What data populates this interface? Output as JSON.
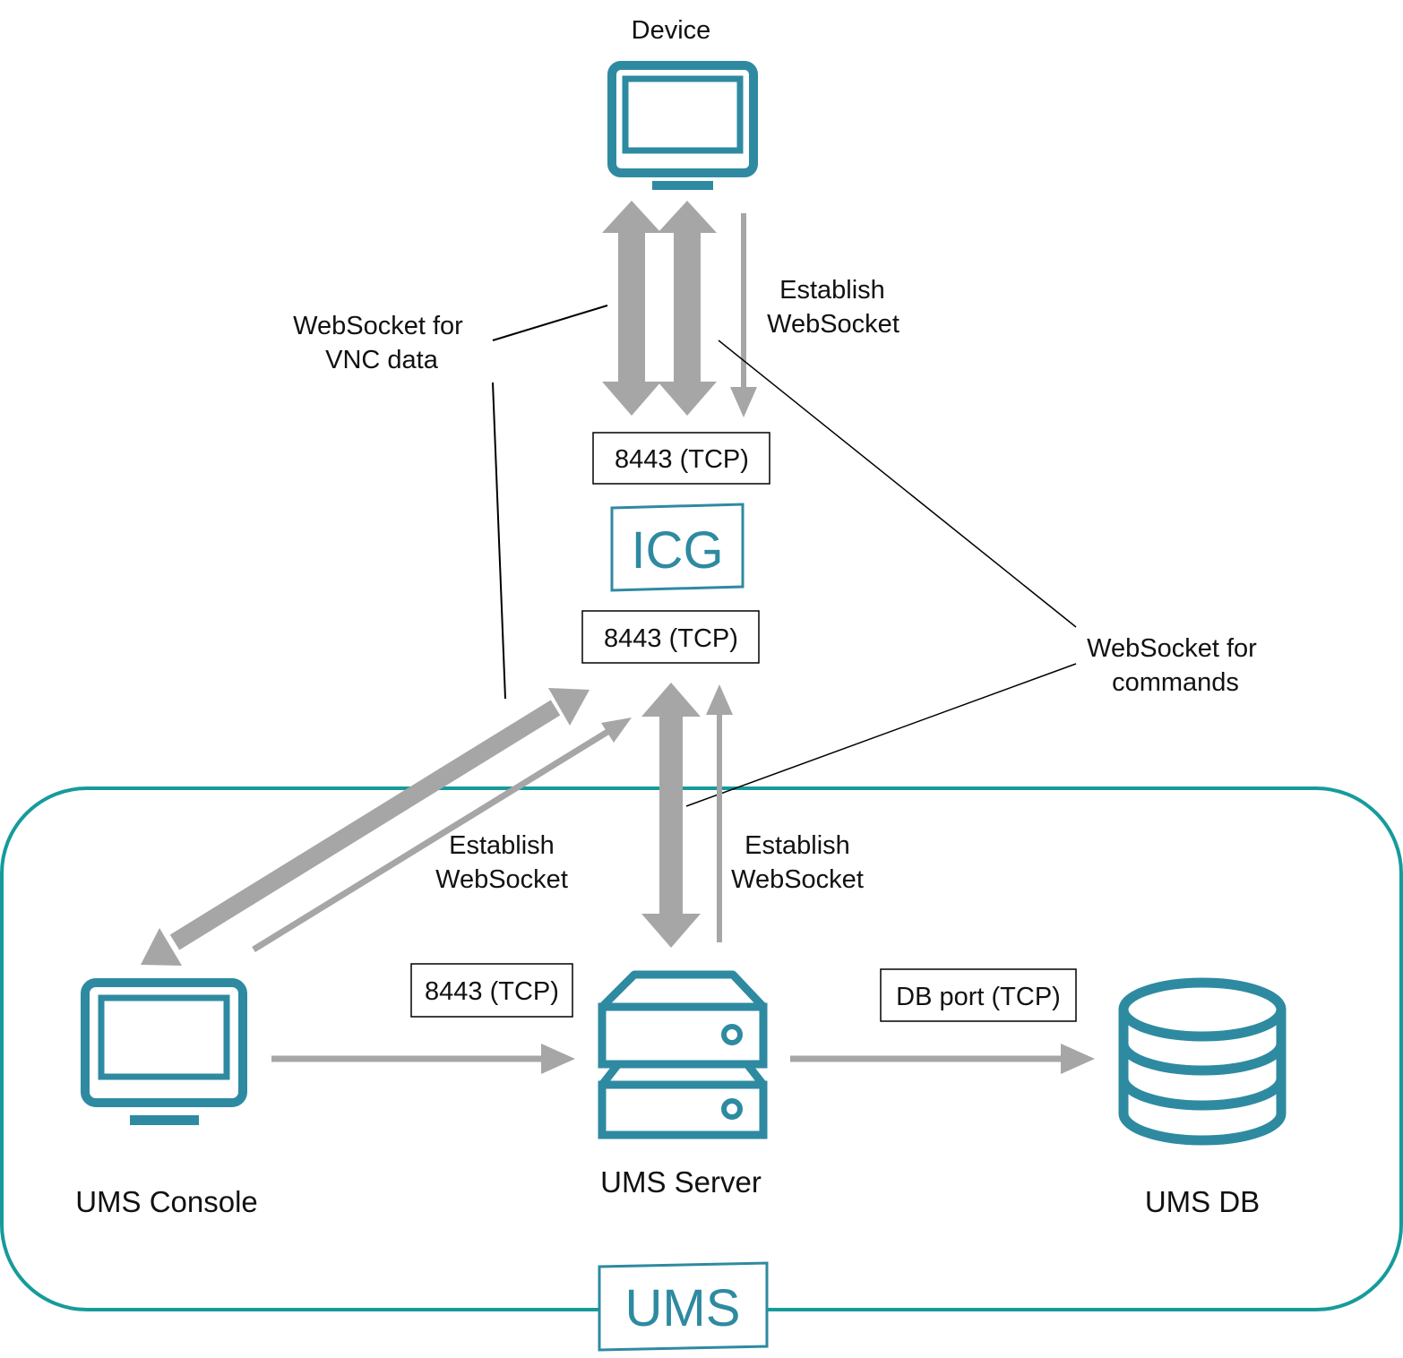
{
  "colors": {
    "teal": "#2e8aa1",
    "boundary": "#169b9b",
    "arrow": "#a6a6a6",
    "leader": "#000000"
  },
  "nodes": {
    "device": {
      "label": "Device",
      "icon": "monitor-icon"
    },
    "icg": {
      "logo": "ICG"
    },
    "console": {
      "label": "UMS Console",
      "icon": "monitor-icon"
    },
    "server": {
      "label": "UMS Server",
      "icon": "server-icon"
    },
    "db": {
      "label": "UMS DB",
      "icon": "database-icon"
    },
    "ums": {
      "logo": "UMS"
    }
  },
  "ports": {
    "icg_top": "8443 (TCP)",
    "icg_bottom": "8443 (TCP)",
    "server_in": "8443 (TCP)",
    "db": "DB port (TCP)"
  },
  "annotations": {
    "vnc": [
      "WebSocket for",
      "VNC data"
    ],
    "commands": [
      "WebSocket for",
      "commands"
    ],
    "device_establish": [
      "Establish",
      "WebSocket"
    ],
    "console_establish": [
      "Establish",
      "WebSocket"
    ],
    "server_establish": [
      "Establish",
      "WebSocket"
    ]
  }
}
